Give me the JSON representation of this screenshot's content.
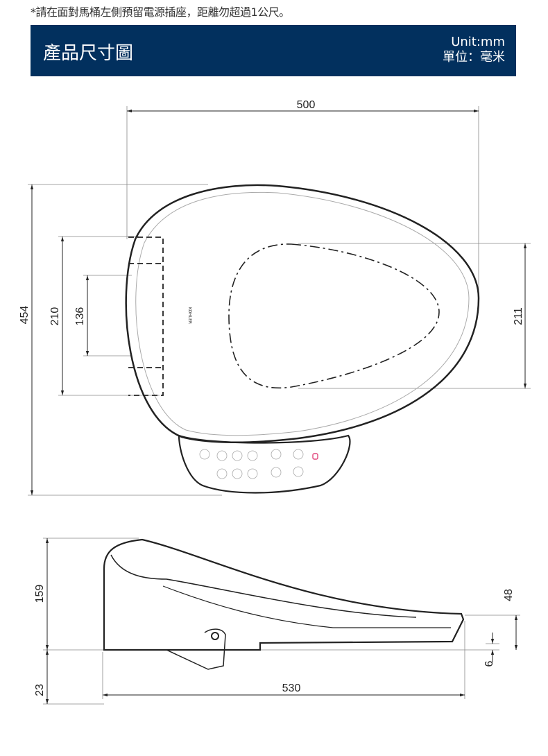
{
  "note": "*請在面對馬桶左側預留電源插座，距離勿超過1公尺。",
  "header": {
    "title": "產品尺寸圖",
    "unit_en": "Unit:mm",
    "unit_zh": "單位：毫米"
  },
  "top_view": {
    "brand_logo": "KOHLER",
    "dimensions": {
      "width": "500",
      "length": "454",
      "hinge_outer": "210",
      "hinge_inner": "136",
      "seat_opening": "211"
    }
  },
  "side_view": {
    "dimensions": {
      "height": "159",
      "base": "23",
      "length": "530",
      "front_height": "48",
      "gap": "6"
    }
  },
  "colors": {
    "banner": "#02305e",
    "panel_accent": "#e0457b"
  }
}
